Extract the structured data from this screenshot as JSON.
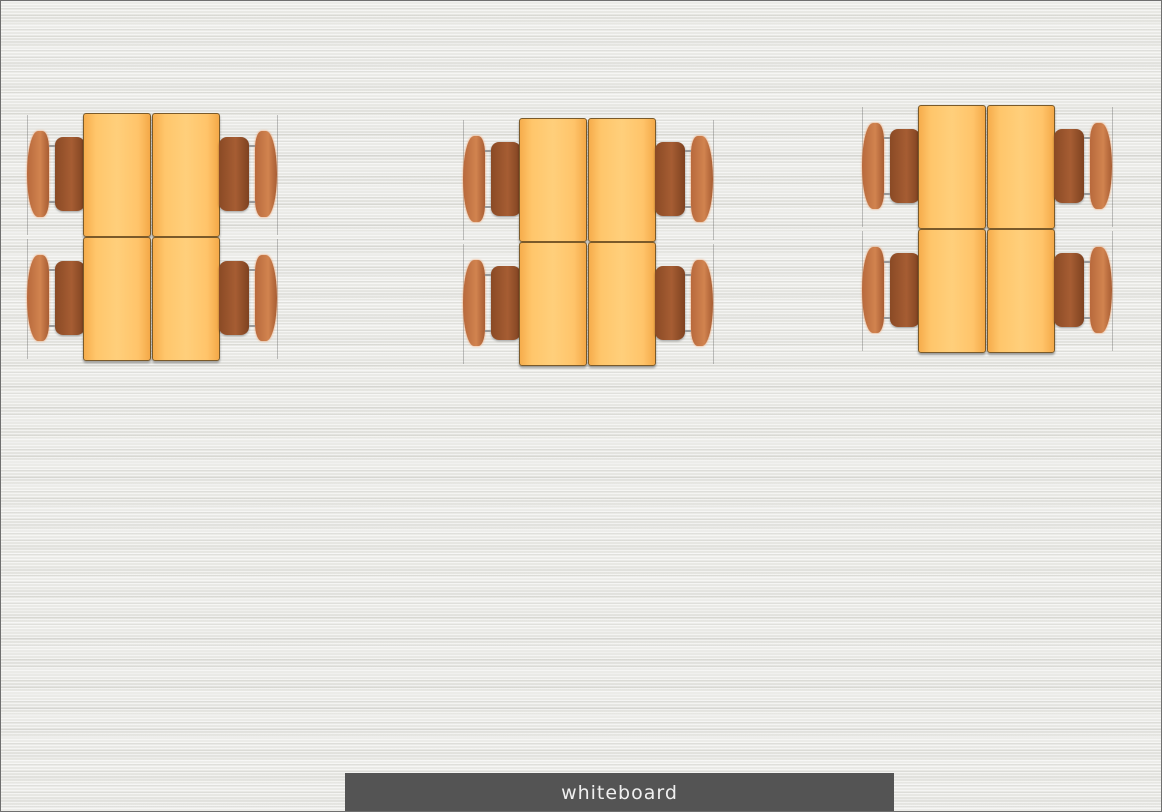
{
  "room": {
    "whiteboard_label": "whiteboard",
    "desk_groups": [
      {
        "id": "group-1",
        "desks": 4,
        "chairs": 4
      },
      {
        "id": "group-2",
        "desks": 4,
        "chairs": 4
      },
      {
        "id": "group-3",
        "desks": 4,
        "chairs": 4
      }
    ],
    "colors": {
      "desk": "#ffc66b",
      "chair": "#a65d33",
      "whiteboard": "#545454",
      "floor": "#e7e7e3"
    }
  }
}
